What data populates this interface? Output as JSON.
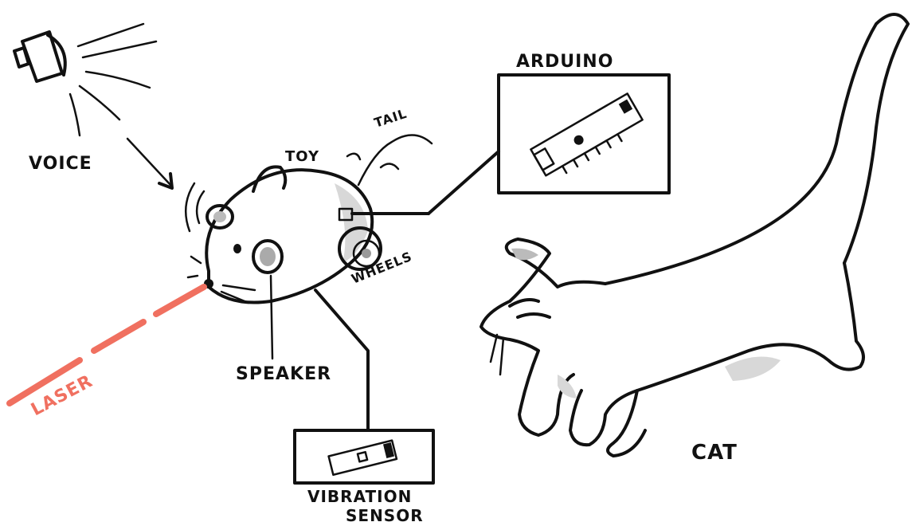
{
  "labels": {
    "voice": "VOICE",
    "toy": "TOY",
    "tail": "TAIL",
    "arduino": "ARDUINO",
    "wheels": "WHEELS",
    "speaker": "SPEAKER",
    "laser": "LASER",
    "vibration_sensor_line1": "VIBRATION",
    "vibration_sensor_line2": "SENSOR",
    "cat": "CAT"
  },
  "colors": {
    "ink": "#111111",
    "laser": "#f07060",
    "arduino_board": "#5fdc78",
    "sensor_board": "#2f8fe0",
    "shade": "#d8d8d8"
  },
  "icons": {
    "voice_source": "megaphone-icon",
    "toy": "mouse-toy",
    "cat": "cat-drawing"
  }
}
